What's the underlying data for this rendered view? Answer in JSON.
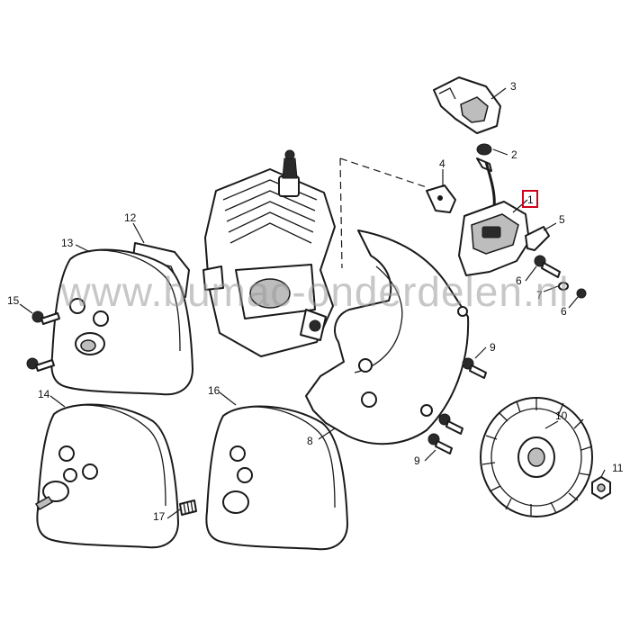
{
  "watermark": "www.bumac-onderdelen.nl",
  "highlight_color": "#d0021b",
  "labels": {
    "p1": "1",
    "p2": "2",
    "p3": "3",
    "p4": "4",
    "p5": "5",
    "p6a": "6",
    "p6b": "6",
    "p7": "7",
    "p8": "8",
    "p9a": "9",
    "p9b": "9",
    "p10": "10",
    "p11": "11",
    "p12": "12",
    "p13": "13",
    "p14": "14",
    "p15": "15",
    "p16": "16",
    "p17": "17"
  }
}
